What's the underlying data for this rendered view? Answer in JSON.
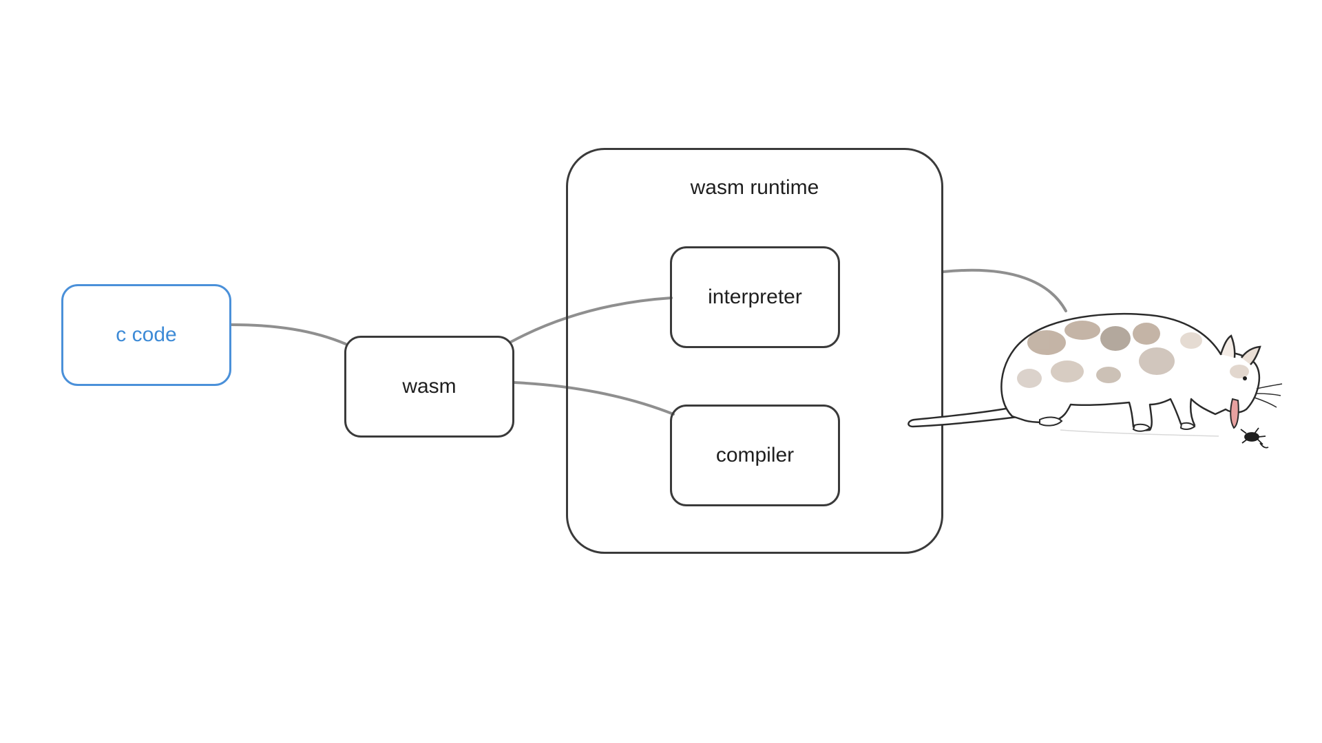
{
  "diagram": {
    "nodes": {
      "c_code": "c code",
      "wasm": "wasm",
      "runtime": "wasm runtime",
      "interpreter": "interpreter",
      "compiler": "compiler"
    },
    "edges": [
      {
        "from": "c code",
        "to": "wasm"
      },
      {
        "from": "wasm",
        "to": "interpreter"
      },
      {
        "from": "wasm",
        "to": "compiler"
      },
      {
        "from": "wasm runtime",
        "to": "cat-illustration"
      }
    ],
    "colors": {
      "box_border": "#3a3a3a",
      "c_code_accent": "#4a90d9",
      "connector": "#8f8f8f",
      "cat_patch": "#a58d78"
    },
    "illustration": "cat-eating-bug"
  }
}
